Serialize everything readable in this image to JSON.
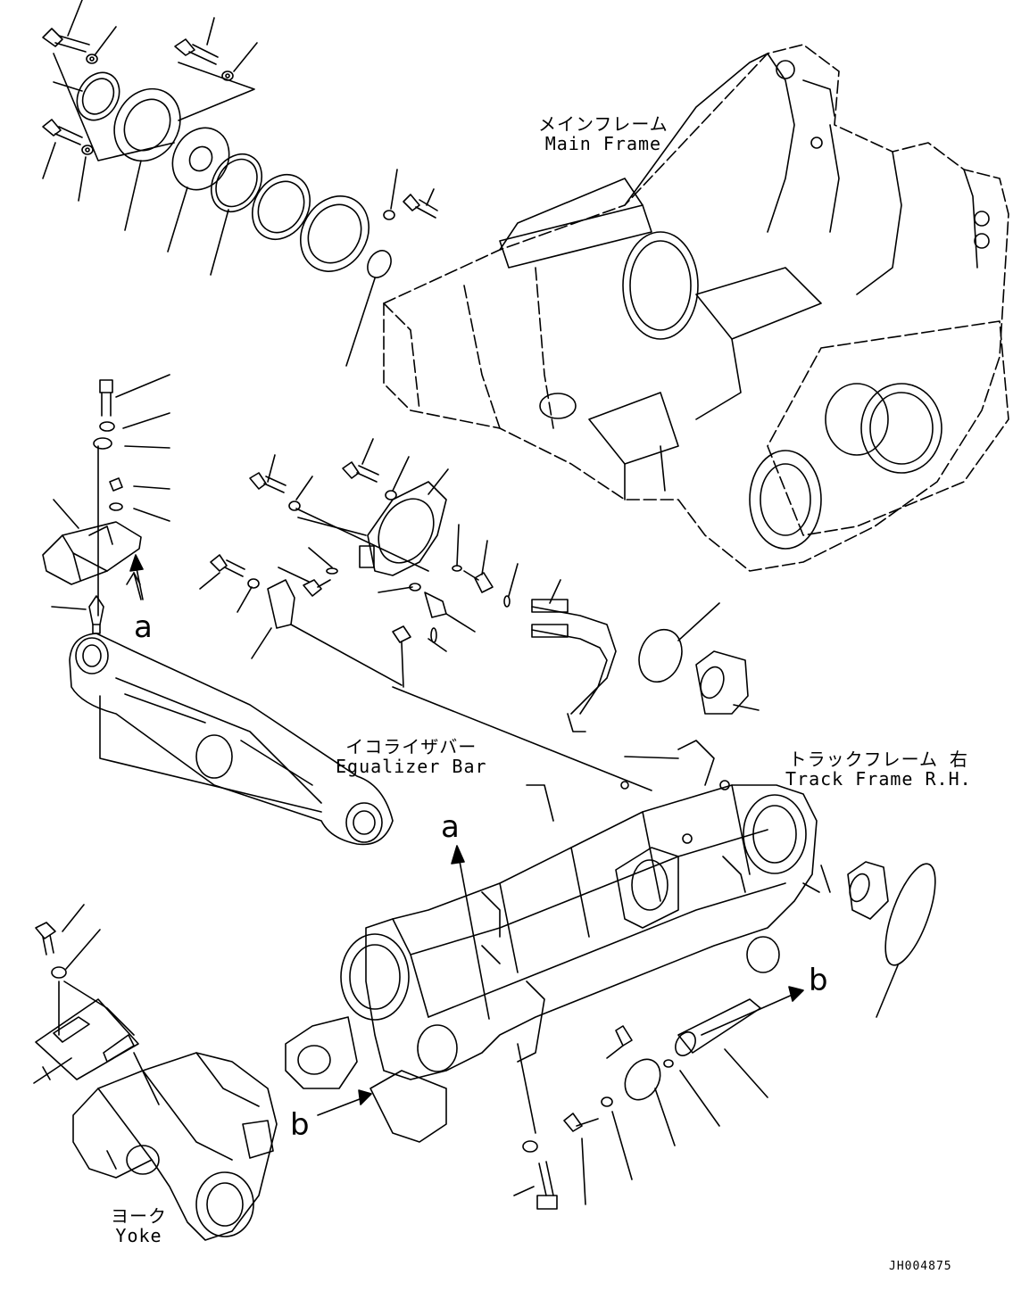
{
  "labels": {
    "main_frame_jp": "メインフレーム",
    "main_frame_en": "Main Frame",
    "equalizer_jp": "イコライザバー",
    "equalizer_en": "Egualizer Bar",
    "track_frame_jp": "トラックフレーム 右",
    "track_frame_en": "Track Frame R.H.",
    "yoke_jp": "ヨーク",
    "yoke_en": "Yoke"
  },
  "callouts": {
    "a_top": "a",
    "a_mid": "a",
    "b_right": "b",
    "b_left": "b"
  },
  "document_id": "JH004875",
  "colors": {
    "line": "#000000",
    "background": "#ffffff"
  }
}
